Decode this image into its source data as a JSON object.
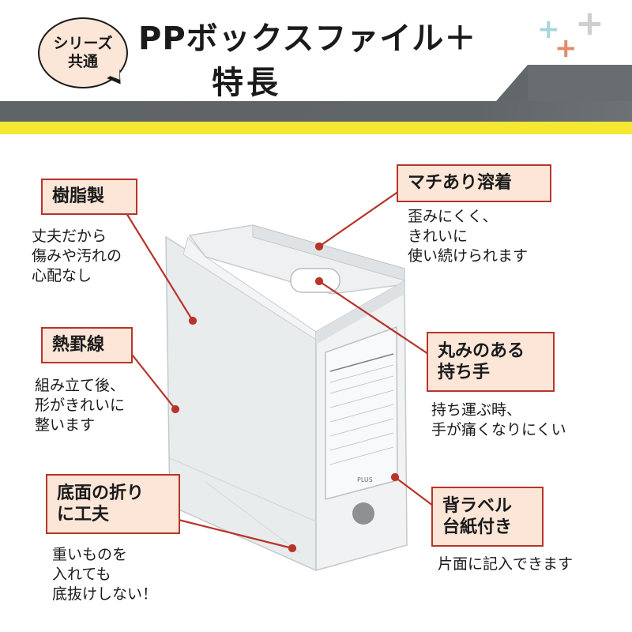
{
  "header": {
    "badge_line1": "シリーズ",
    "badge_line2": "共通",
    "title": "PPボックスファイル＋",
    "subtitle": "特長",
    "plus_symbols": [
      "+",
      "+",
      "+"
    ],
    "plus_colors": [
      "#a8d4dc",
      "#e28a6a",
      "#cfcfcf"
    ]
  },
  "product": {
    "brand_label": "PLUS"
  },
  "features": {
    "resin": {
      "label": "樹脂製",
      "desc": [
        "丈夫だから",
        "傷みや汚れの",
        "心配なし"
      ]
    },
    "crease": {
      "label": "熱罫線",
      "desc": [
        "組み立て後、",
        "形がきれいに",
        "整います"
      ]
    },
    "bottom": {
      "label_line1": "底面の折り",
      "label_line2": "に工夫",
      "desc": [
        "重いものを",
        "入れても",
        "底抜けしない！"
      ]
    },
    "gusset": {
      "label": "マチあり溶着",
      "desc": [
        "歪みにくく、",
        "きれいに",
        "使い続けられます"
      ]
    },
    "handle": {
      "label_line1": "丸みのある",
      "label_line2": "持ち手",
      "desc": [
        "持ち運ぶ時、",
        "手が痛くなりにくい"
      ]
    },
    "spine": {
      "label_line1": "背ラベル",
      "label_line2": "台紙付き",
      "desc": [
        "片面に記入できます"
      ]
    }
  },
  "colors": {
    "accent_red": "#b8342a",
    "tag_fill": "#fbe6d8",
    "band_gray": "#606568",
    "band_yellow": "#f4e832"
  }
}
